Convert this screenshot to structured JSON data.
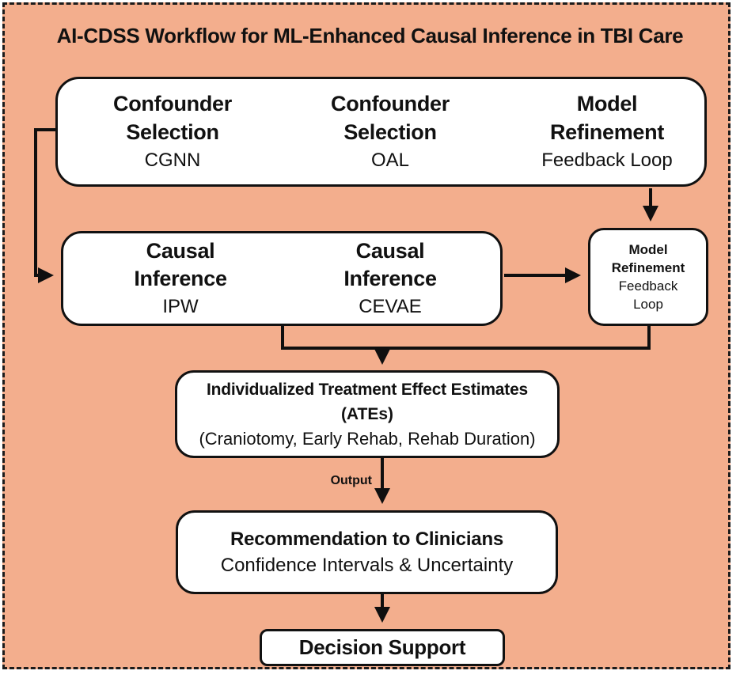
{
  "title": "AI-CDSS Workflow for ML-Enhanced Causal Inference in TBI Care",
  "colors": {
    "background": "#f3ae8d",
    "box_fill": "#ffffff",
    "line": "#0f0f0f",
    "text": "#111111"
  },
  "boxes": {
    "pipeline_top": {
      "steps": [
        {
          "name": "Confounder Selection",
          "method": "CGNN"
        },
        {
          "name": "Confounder Selection",
          "method": "OAL"
        },
        {
          "name": "Model Refinement",
          "method": "Feedback Loop"
        }
      ]
    },
    "pipeline_mid": {
      "steps": [
        {
          "name": "Causal Inference",
          "method": "IPW"
        },
        {
          "name": "Causal Inference",
          "method": "CEVAE"
        }
      ]
    },
    "model_refinement_side": {
      "name": "Model Refinement",
      "method": "Feedback Loop"
    },
    "ate": {
      "line1": "Individualized Treatment Effect Estimates",
      "line2": "(ATEs)",
      "line3": "(Craniotomy, Early Rehab, Rehab Duration)"
    },
    "recommendation": {
      "name": "Recommendation to Clinicians",
      "detail": "Confidence Intervals & Uncertainty"
    },
    "decision": {
      "name": "Decision Support"
    }
  },
  "labels": {
    "output": "Output"
  }
}
